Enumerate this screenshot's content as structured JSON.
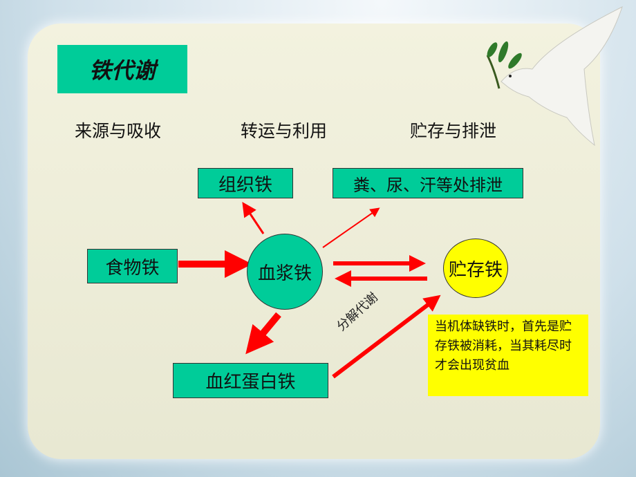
{
  "title": "铁代谢",
  "headings": [
    "来源与吸收",
    "转运与利用",
    "贮存与排泄"
  ],
  "nodes": {
    "tissue_iron": "组织铁",
    "excretion": "粪、尿、汗等处排泄",
    "food_iron": "食物铁",
    "plasma_iron": "血浆铁",
    "storage_iron": "贮存铁",
    "hemoglobin_iron": "血红蛋白铁"
  },
  "arrow_label": "分解代谢",
  "note": "当机体缺铁时，首先是贮存铁被消耗，当其耗尽时才会出现贫血",
  "colors": {
    "node": "#00cc99",
    "storage": "#ffff00",
    "arrow": "#ff0000"
  }
}
